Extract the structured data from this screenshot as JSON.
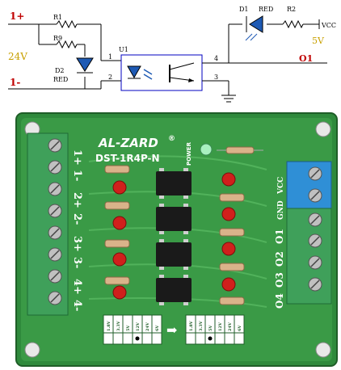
{
  "schematic": {
    "input_pos": "1+",
    "input_neg": "1-",
    "supply_voltage": "24V",
    "r1": "R1",
    "r9": "R9",
    "d2": "D2",
    "d2_color": "RED",
    "u1": "U1",
    "pin1": "1",
    "pin2": "2",
    "pin3": "3",
    "pin4": "4",
    "d1": "D1",
    "d1_color": "RED",
    "r2": "R2",
    "vcc": "VCC",
    "vcc_voltage": "5V",
    "output": "O1",
    "colors": {
      "input_label": "#c00000",
      "voltage": "#c8a000",
      "wire": "#000000",
      "output_label": "#c00000"
    }
  },
  "board": {
    "brand": "AL-ZARD",
    "registered": "®",
    "model": "DST-1R4P-N",
    "power_label": "POWER",
    "input_labels": [
      "1+",
      "1-",
      "2+",
      "2-",
      "3+",
      "3-",
      "4+",
      "4-"
    ],
    "output_labels": [
      "VCC",
      "GND",
      "O1",
      "O2",
      "O3",
      "O4"
    ],
    "voltage_options_left": [
      "1.8V",
      "3.3V",
      "5V",
      "12V",
      "24V",
      "6V"
    ],
    "voltage_options_right": [
      "1.8V",
      "3.3V",
      "5V",
      "12V",
      "24V",
      "6V"
    ],
    "arrow": "➡",
    "colors": {
      "pcb": "#2f8a3c",
      "pcb_light": "#4fb25a",
      "terminal": "#3fa05a",
      "terminal_blue": "#2f8fd6",
      "led_red": "#d0201c",
      "chip": "#1a1a1a"
    }
  }
}
